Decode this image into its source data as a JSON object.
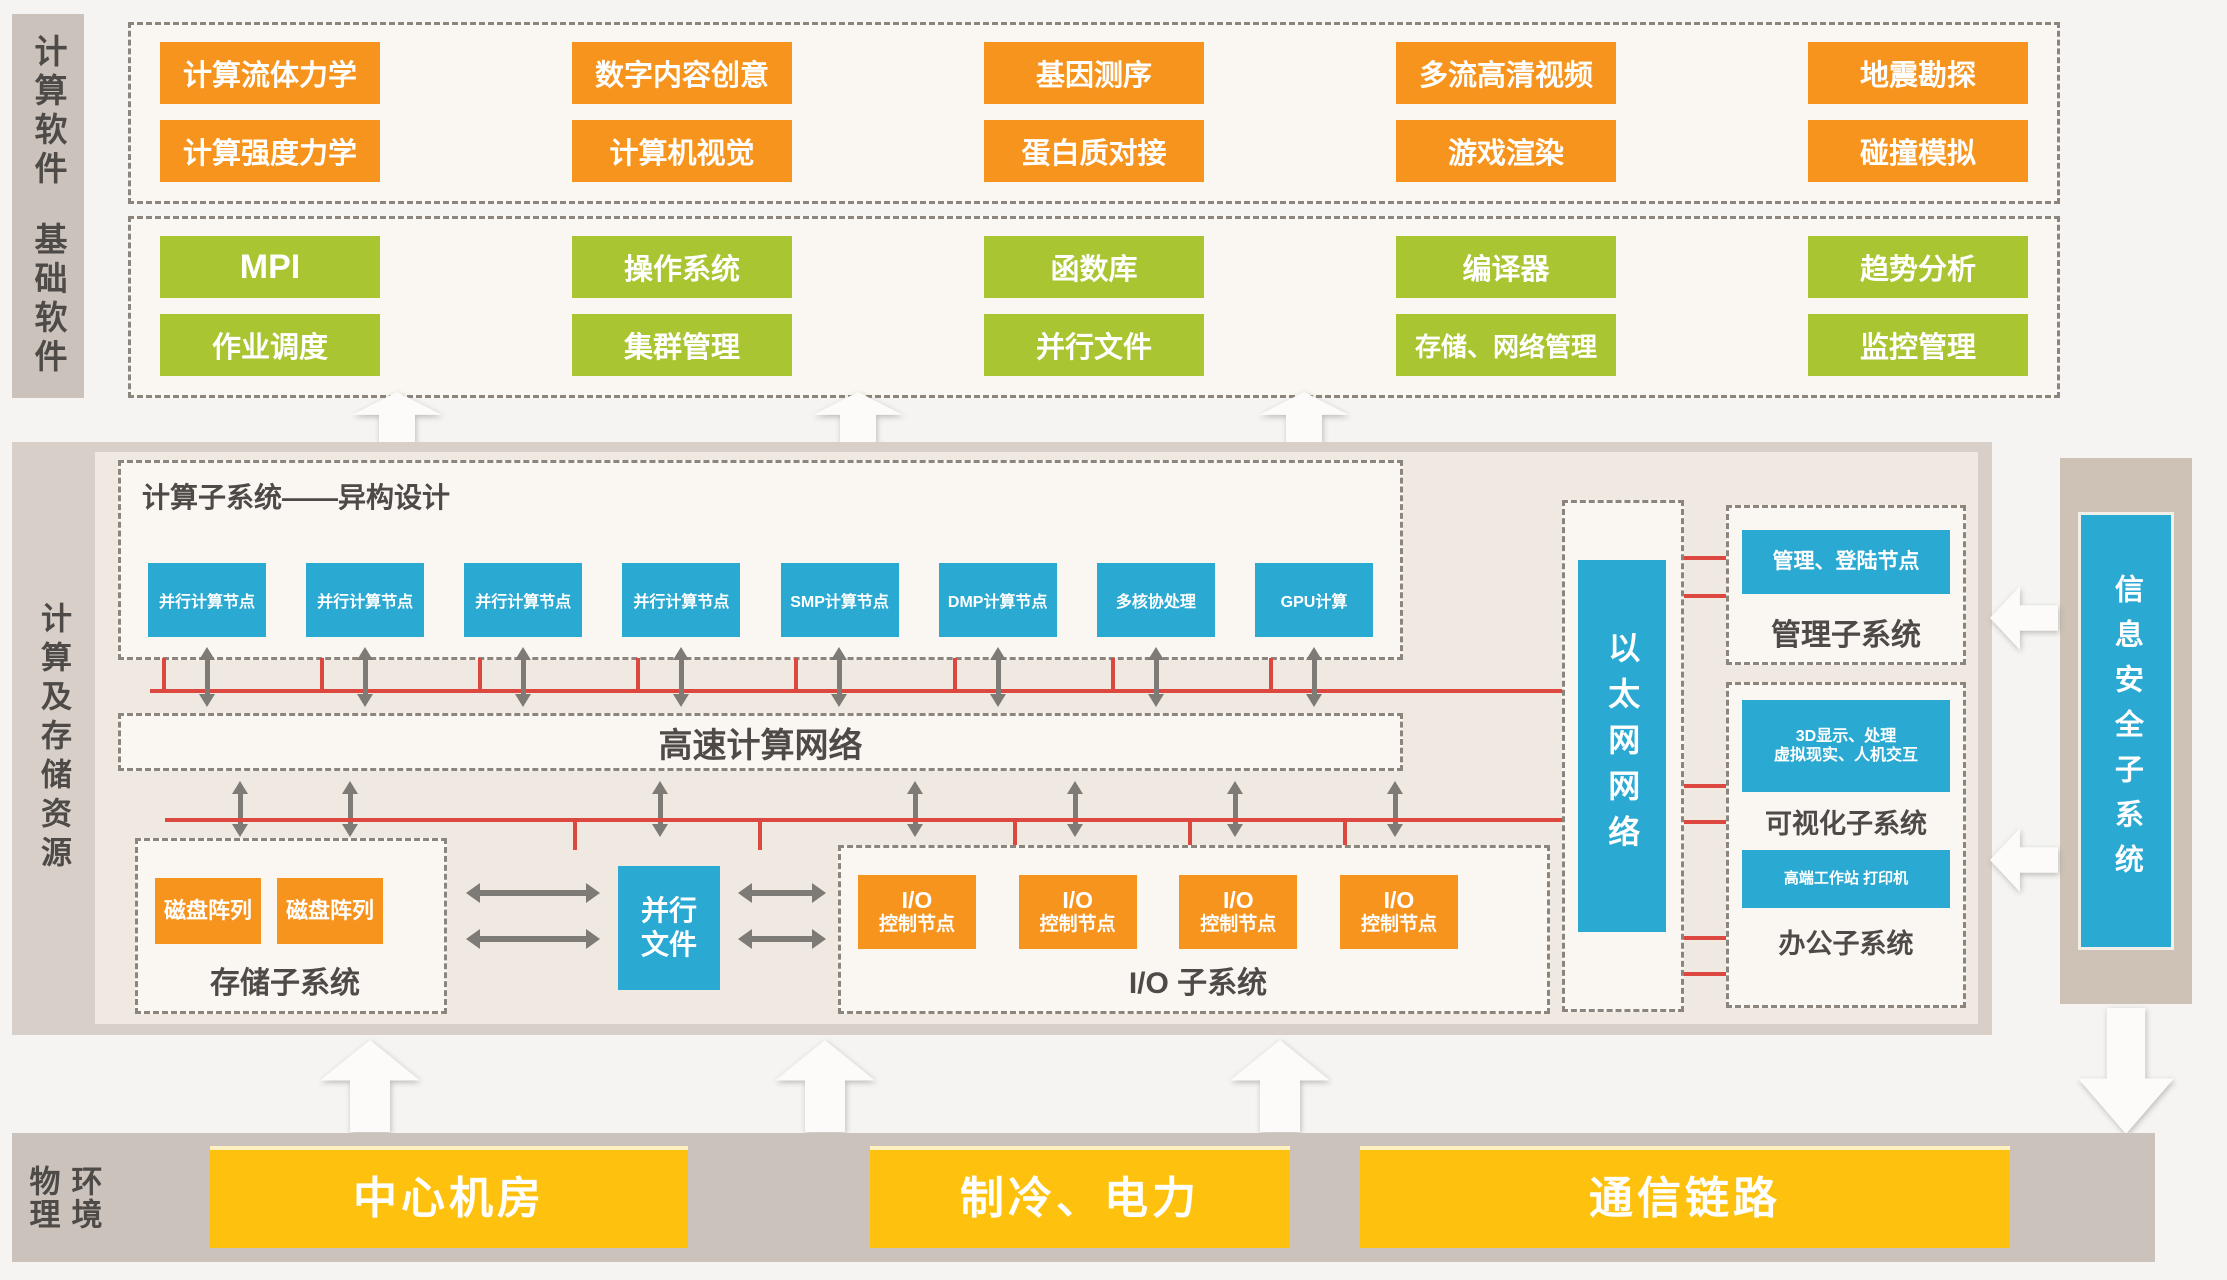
{
  "top": {
    "side_label_apps": "计算软件",
    "side_label_base": "基础软件",
    "apps": [
      "计算流体力学",
      "数字内容创意",
      "基因测序",
      "多流高清视频",
      "地震勘探",
      "计算强度力学",
      "计算机视觉",
      "蛋白质对接",
      "游戏渲染",
      "碰撞模拟"
    ],
    "base": [
      "MPI",
      "操作系统",
      "函数库",
      "编译器",
      "趋势分析",
      "作业调度",
      "集群管理",
      "并行文件",
      "存储、网络管理",
      "监控管理"
    ]
  },
  "middle": {
    "side_label": "计算及存储资源",
    "compute": {
      "title": "计算子系统——异构设计",
      "nodes": [
        "并行计算节点",
        "并行计算节点",
        "并行计算节点",
        "并行计算节点",
        "SMP计算节点",
        "DMP计算节点",
        "多核协处理",
        "GPU计算"
      ]
    },
    "network_label": "高速计算网络",
    "storage": {
      "disk1": "磁盘阵列",
      "disk2": "磁盘阵列",
      "label": "存储子系统",
      "parallel_file": "并行文件"
    },
    "io": {
      "node_line1": "I/O",
      "node_line2": "控制节点",
      "label": "I/O 子系统"
    },
    "ethernet_label": "以太网网络",
    "management": {
      "node": "管理、登陆节点",
      "label": "管理子系统"
    },
    "visualization": {
      "node_line1": "3D显示、处理",
      "node_line2": "虚拟现实、人机交互",
      "label": "可视化子系统"
    },
    "office": {
      "node": "高端工作站 打印机",
      "label": "办公子系统"
    },
    "security_label": "信息安全子系统"
  },
  "bottom": {
    "side_label_line1": "物理",
    "side_label_line2": "环境",
    "room": "中心机房",
    "cooling_power": "制冷、电力",
    "comm_link": "通信链路"
  },
  "colors": {
    "app_orange": "#f7941e",
    "base_green": "#a9c531",
    "node_blue": "#2aa9d2",
    "physical_gold": "#fec20e",
    "red_link": "#dc4840",
    "gray_arrow": "#7e7a76",
    "panel_gray": "#cbc3bb",
    "block_bg": "#d8d0c8"
  }
}
